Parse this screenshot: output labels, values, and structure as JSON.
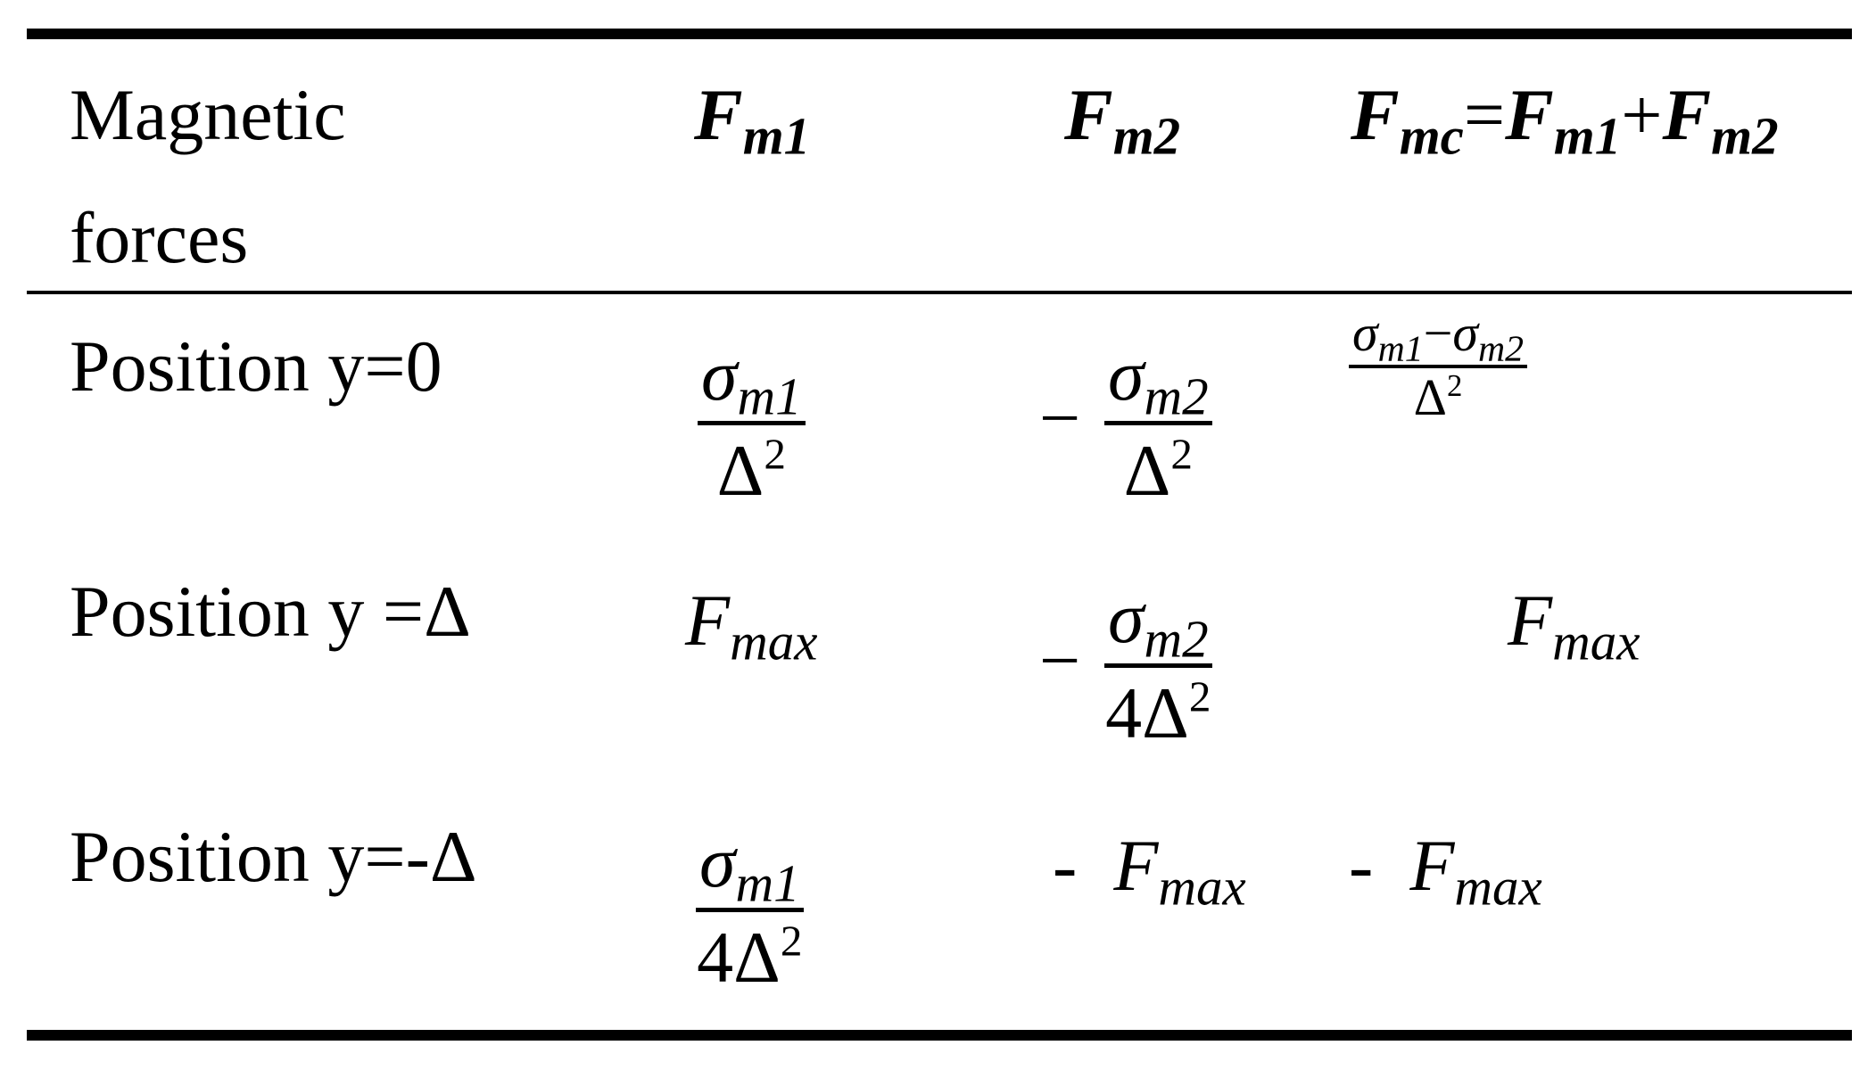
{
  "table": {
    "headers": {
      "col0_line1": "Magnetic",
      "col0_line2": "forces",
      "col1": {
        "F": "F",
        "sub": "m1"
      },
      "col2": {
        "F": "F",
        "sub": "m2"
      },
      "col3": {
        "lhs_F": "F",
        "lhs_sub": "mc",
        "eq": "=",
        "a_F": "F",
        "a_sub": "m1",
        "plus": "+",
        "b_F": "F",
        "b_sub": "m2"
      }
    },
    "rows": [
      {
        "label": "Position y=0",
        "fm1": {
          "num_sym": "σ",
          "num_sub": "m1",
          "den": "Δ",
          "den_sup": "2"
        },
        "fm2": {
          "sign": "−",
          "num_sym": "σ",
          "num_sub": "m2",
          "den": "Δ",
          "den_sup": "2"
        },
        "fmc": {
          "num_a": "σ",
          "num_a_sub": "m1",
          "minus": "−",
          "num_b": "σ",
          "num_b_sub": "m2",
          "den": "Δ",
          "den_sup": "2"
        }
      },
      {
        "label": "Position y =Δ",
        "fm1": {
          "F": "F",
          "sub": "max"
        },
        "fm2": {
          "sign": "−",
          "num_sym": "σ",
          "num_sub": "m2",
          "den": "4Δ",
          "den_sup": "2"
        },
        "fmc": {
          "F": "F",
          "sub": "max"
        }
      },
      {
        "label": "Position y=-Δ",
        "fm1": {
          "num_sym": "σ",
          "num_sub": "m1",
          "den": "4Δ",
          "den_sup": "2"
        },
        "fm2": {
          "sign": "-",
          "F": "F",
          "sub": "max"
        },
        "fmc": {
          "sign": "-",
          "F": "F",
          "sub": "max"
        }
      }
    ]
  }
}
